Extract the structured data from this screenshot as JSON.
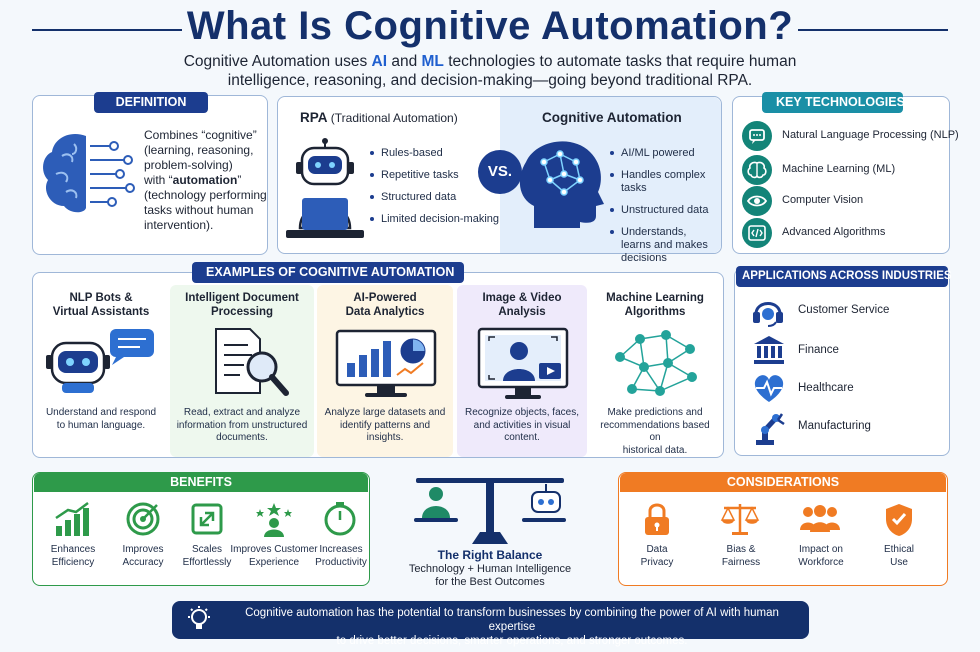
{
  "header": {
    "title": "What Is Cognitive Automation?",
    "subtitle_pre": "Cognitive Automation uses ",
    "subtitle_ai": "AI",
    "subtitle_and": " and ",
    "subtitle_ml": "ML",
    "subtitle_post": " technologies to automate tasks that require human intelligence, reasoning, and decision-making—going beyond traditional RPA."
  },
  "definition": {
    "label": "DEFINITION",
    "line1": "Combines “cognitive”",
    "line2": "(learning, reasoning,",
    "line3": "problem-solving)",
    "line4_pre": "with “",
    "line4_bold": "automation",
    "line4_post": "”",
    "line5": "(technology performing",
    "line6": "tasks without human",
    "line7": "intervention)."
  },
  "comparison": {
    "rpa_title": "RPA",
    "rpa_sub": "(Traditional Automation)",
    "rpa_items": [
      "Rules-based",
      "Repetitive tasks",
      "Structured data",
      "Limited decision-making"
    ],
    "vs": "VS.",
    "ca_title": "Cognitive Automation",
    "ca_items": [
      "AI/ML powered",
      "Handles complex tasks",
      "Unstructured data",
      "Understands, learns and makes decisions"
    ]
  },
  "key_technologies": {
    "label": "KEY TECHNOLOGIES",
    "items": [
      {
        "label": "Natural Language Processing (NLP)",
        "icon": "chat-icon"
      },
      {
        "label": "Machine Learning (ML)",
        "icon": "brain-icon"
      },
      {
        "label": "Computer Vision",
        "icon": "eye-icon"
      },
      {
        "label": "Advanced Algorithms",
        "icon": "code-icon"
      }
    ]
  },
  "examples": {
    "label": "EXAMPLES OF COGNITIVE AUTOMATION",
    "cards": [
      {
        "title1": "NLP Bots &",
        "title2": "Virtual Assistants",
        "desc1": "Understand and respond",
        "desc2": "to human language.",
        "desc3": ""
      },
      {
        "title1": "Intelligent Document",
        "title2": "Processing",
        "desc1": "Read, extract and analyze",
        "desc2": "information from unstructured",
        "desc3": "documents."
      },
      {
        "title1": "AI-Powered",
        "title2": "Data Analytics",
        "desc1": "Analyze large datasets and",
        "desc2": "identify patterns and insights.",
        "desc3": ""
      },
      {
        "title1": "Image & Video",
        "title2": "Analysis",
        "desc1": "Recognize objects, faces,",
        "desc2": "and activities in visual",
        "desc3": "content."
      },
      {
        "title1": "Machine Learning",
        "title2": "Algorithms",
        "desc1": "Make predictions and",
        "desc2": "recommendations based on",
        "desc3": "historical data."
      }
    ]
  },
  "applications": {
    "label": "APPLICATIONS ACROSS INDUSTRIES",
    "items": [
      "Customer Service",
      "Finance",
      "Healthcare",
      "Manufacturing"
    ]
  },
  "benefits": {
    "label": "BENEFITS",
    "items": [
      {
        "l1": "Enhances",
        "l2": "Efficiency"
      },
      {
        "l1": "Improves",
        "l2": "Accuracy"
      },
      {
        "l1": "Scales",
        "l2": "Effortlessly"
      },
      {
        "l1": "Improves Customer",
        "l2": "Experience"
      },
      {
        "l1": "Increases",
        "l2": "Productivity"
      }
    ]
  },
  "balance": {
    "title": "The Right Balance",
    "line1": "Technology + Human Intelligence",
    "line2": "for the Best Outcomes"
  },
  "considerations": {
    "label": "CONSIDERATIONS",
    "items": [
      {
        "l1": "Data",
        "l2": "Privacy"
      },
      {
        "l1": "Bias &",
        "l2": "Fairness"
      },
      {
        "l1": "Impact on",
        "l2": "Workforce"
      },
      {
        "l1": "Ethical",
        "l2": "Use"
      }
    ]
  },
  "footer": {
    "line1": "Cognitive automation has the potential to transform businesses by combining the power of AI with human expertise",
    "line2": "to drive better decisions, smarter operations, and stronger outcomes."
  },
  "colors": {
    "navy": "#14306b",
    "blue": "#1c3d8f",
    "teal": "#1a8fa6",
    "green": "#2e9a4a",
    "orange": "#f07b23"
  }
}
